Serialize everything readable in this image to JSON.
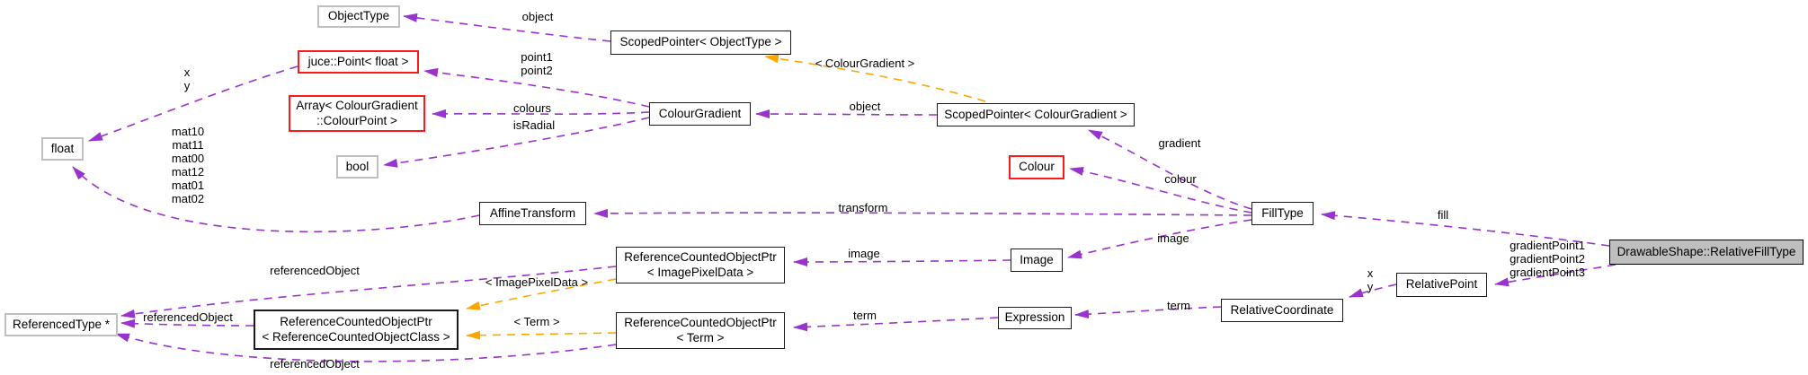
{
  "diagram": {
    "type": "collaboration-graph",
    "focus_class": "DrawableShape::RelativeFillType",
    "colors": {
      "background": "#ffffff",
      "usage_edge": "#9a32cd",
      "template_edge": "#ffa500",
      "node_border": "#1a1a1a",
      "undocumented_node_border": "#c0c0c0",
      "truncated_node_border": "#ff1a1a",
      "focus_node_fill": "#bfbfbf",
      "text": "#000000"
    },
    "nodes": [
      {
        "lines": [
          "ObjectType"
        ],
        "style": "gray"
      },
      {
        "lines": [
          "ScopedPointer< ObjectType >"
        ],
        "style": "black"
      },
      {
        "lines": [
          "juce::Point< float >"
        ],
        "style": "red"
      },
      {
        "lines": [
          "Array< ColourGradient",
          "::ColourPoint >"
        ],
        "style": "red"
      },
      {
        "lines": [
          "ColourGradient"
        ],
        "style": "black"
      },
      {
        "lines": [
          "ScopedPointer< ColourGradient >"
        ],
        "style": "black"
      },
      {
        "lines": [
          "float"
        ],
        "style": "gray"
      },
      {
        "lines": [
          "bool"
        ],
        "style": "gray"
      },
      {
        "lines": [
          "Colour"
        ],
        "style": "red"
      },
      {
        "lines": [
          "AffineTransform"
        ],
        "style": "black"
      },
      {
        "lines": [
          "FillType"
        ],
        "style": "black"
      },
      {
        "lines": [
          "Image"
        ],
        "style": "black"
      },
      {
        "lines": [
          "ReferenceCountedObjectPtr",
          "< ImagePixelData >"
        ],
        "style": "black"
      },
      {
        "lines": [
          "DrawableShape::RelativeFillType"
        ],
        "style": "focus"
      },
      {
        "lines": [
          "ReferencedType *"
        ],
        "style": "gray"
      },
      {
        "lines": [
          "ReferenceCountedObjectPtr",
          "< ReferenceCountedObjectClass >"
        ],
        "style": "black"
      },
      {
        "lines": [
          "ReferenceCountedObjectPtr",
          "< Term >"
        ],
        "style": "black"
      },
      {
        "lines": [
          "Expression"
        ],
        "style": "black"
      },
      {
        "lines": [
          "RelativeCoordinate"
        ],
        "style": "black"
      },
      {
        "lines": [
          "RelativePoint"
        ],
        "style": "black"
      }
    ],
    "edges": [
      {
        "from": "ScopedPointer< ObjectType >",
        "to": "ObjectType",
        "kind": "usage",
        "label_lines": [
          "object"
        ]
      },
      {
        "from": "ScopedPointer< ColourGradient >",
        "to": "ScopedPointer< ObjectType >",
        "kind": "template",
        "label_lines": [
          "< ColourGradient >"
        ]
      },
      {
        "from": "ColourGradient",
        "to": "juce::Point< float >",
        "kind": "usage",
        "label_lines": [
          "point1",
          "point2"
        ]
      },
      {
        "from": "ColourGradient",
        "to": "Array< ColourGradient::ColourPoint >",
        "kind": "usage",
        "label_lines": [
          "colours"
        ]
      },
      {
        "from": "ColourGradient",
        "to": "bool",
        "kind": "usage",
        "label_lines": [
          "isRadial"
        ]
      },
      {
        "from": "ScopedPointer< ColourGradient >",
        "to": "ColourGradient",
        "kind": "usage",
        "label_lines": [
          "object"
        ]
      },
      {
        "from": "juce::Point< float >",
        "to": "float",
        "kind": "usage",
        "label_lines": [
          "x",
          "y"
        ]
      },
      {
        "from": "AffineTransform",
        "to": "float",
        "kind": "usage",
        "label_lines": [
          "mat10",
          "mat11",
          "mat00",
          "mat12",
          "mat01",
          "mat02"
        ]
      },
      {
        "from": "FillType",
        "to": "ScopedPointer< ColourGradient >",
        "kind": "usage",
        "label_lines": [
          "gradient"
        ]
      },
      {
        "from": "FillType",
        "to": "Colour",
        "kind": "usage",
        "label_lines": [
          "colour"
        ]
      },
      {
        "from": "FillType",
        "to": "AffineTransform",
        "kind": "usage",
        "label_lines": [
          "transform"
        ]
      },
      {
        "from": "FillType",
        "to": "Image",
        "kind": "usage",
        "label_lines": [
          "image"
        ]
      },
      {
        "from": "Image",
        "to": "ReferenceCountedObjectPtr< ImagePixelData >",
        "kind": "usage",
        "label_lines": [
          "image"
        ]
      },
      {
        "from": "ReferenceCountedObjectPtr< ImagePixelData >",
        "to": "ReferencedType *",
        "kind": "usage",
        "label_lines": [
          "referencedObject"
        ]
      },
      {
        "from": "ReferenceCountedObjectPtr< ReferenceCountedObjectClass >",
        "to": "ReferencedType *",
        "kind": "usage",
        "label_lines": [
          "referencedObject"
        ]
      },
      {
        "from": "ReferenceCountedObjectPtr< Term >",
        "to": "ReferencedType *",
        "kind": "usage",
        "label_lines": [
          "referencedObject"
        ]
      },
      {
        "from": "ReferenceCountedObjectPtr< ImagePixelData >",
        "to": "ReferenceCountedObjectPtr< ReferenceCountedObjectClass >",
        "kind": "template",
        "label_lines": [
          "< ImagePixelData >"
        ]
      },
      {
        "from": "ReferenceCountedObjectPtr< Term >",
        "to": "ReferenceCountedObjectPtr< ReferenceCountedObjectClass >",
        "kind": "template",
        "label_lines": [
          "< Term >"
        ]
      },
      {
        "from": "Expression",
        "to": "ReferenceCountedObjectPtr< Term >",
        "kind": "usage",
        "label_lines": [
          "term"
        ]
      },
      {
        "from": "RelativeCoordinate",
        "to": "Expression",
        "kind": "usage",
        "label_lines": [
          "term"
        ]
      },
      {
        "from": "RelativePoint",
        "to": "RelativeCoordinate",
        "kind": "usage",
        "label_lines": [
          "x",
          "y"
        ]
      },
      {
        "from": "DrawableShape::RelativeFillType",
        "to": "FillType",
        "kind": "usage",
        "label_lines": [
          "fill"
        ]
      },
      {
        "from": "DrawableShape::RelativeFillType",
        "to": "RelativePoint",
        "kind": "usage",
        "label_lines": [
          "gradientPoint1",
          "gradientPoint2",
          "gradientPoint3"
        ]
      }
    ]
  }
}
